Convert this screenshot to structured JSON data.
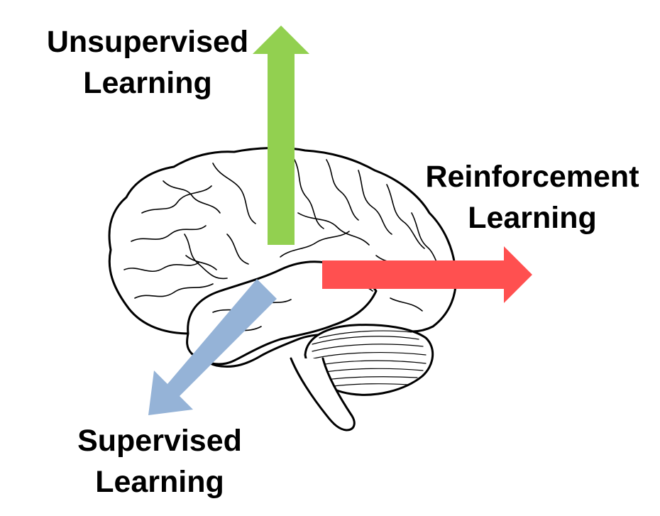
{
  "labels": {
    "unsupervised": {
      "line1": "Unsupervised",
      "line2": "Learning"
    },
    "reinforcement": {
      "line1": "Reinforcement",
      "line2": "Learning"
    },
    "supervised": {
      "line1": "Supervised",
      "line2": "Learning"
    }
  },
  "colors": {
    "unsupervised_arrow": "#92d050",
    "reinforcement_arrow": "#ff5050",
    "supervised_arrow": "#95b3d7",
    "brain_outline": "#000000",
    "brain_fill": "#ffffff"
  },
  "icons": {
    "brain": "brain-illustration"
  }
}
